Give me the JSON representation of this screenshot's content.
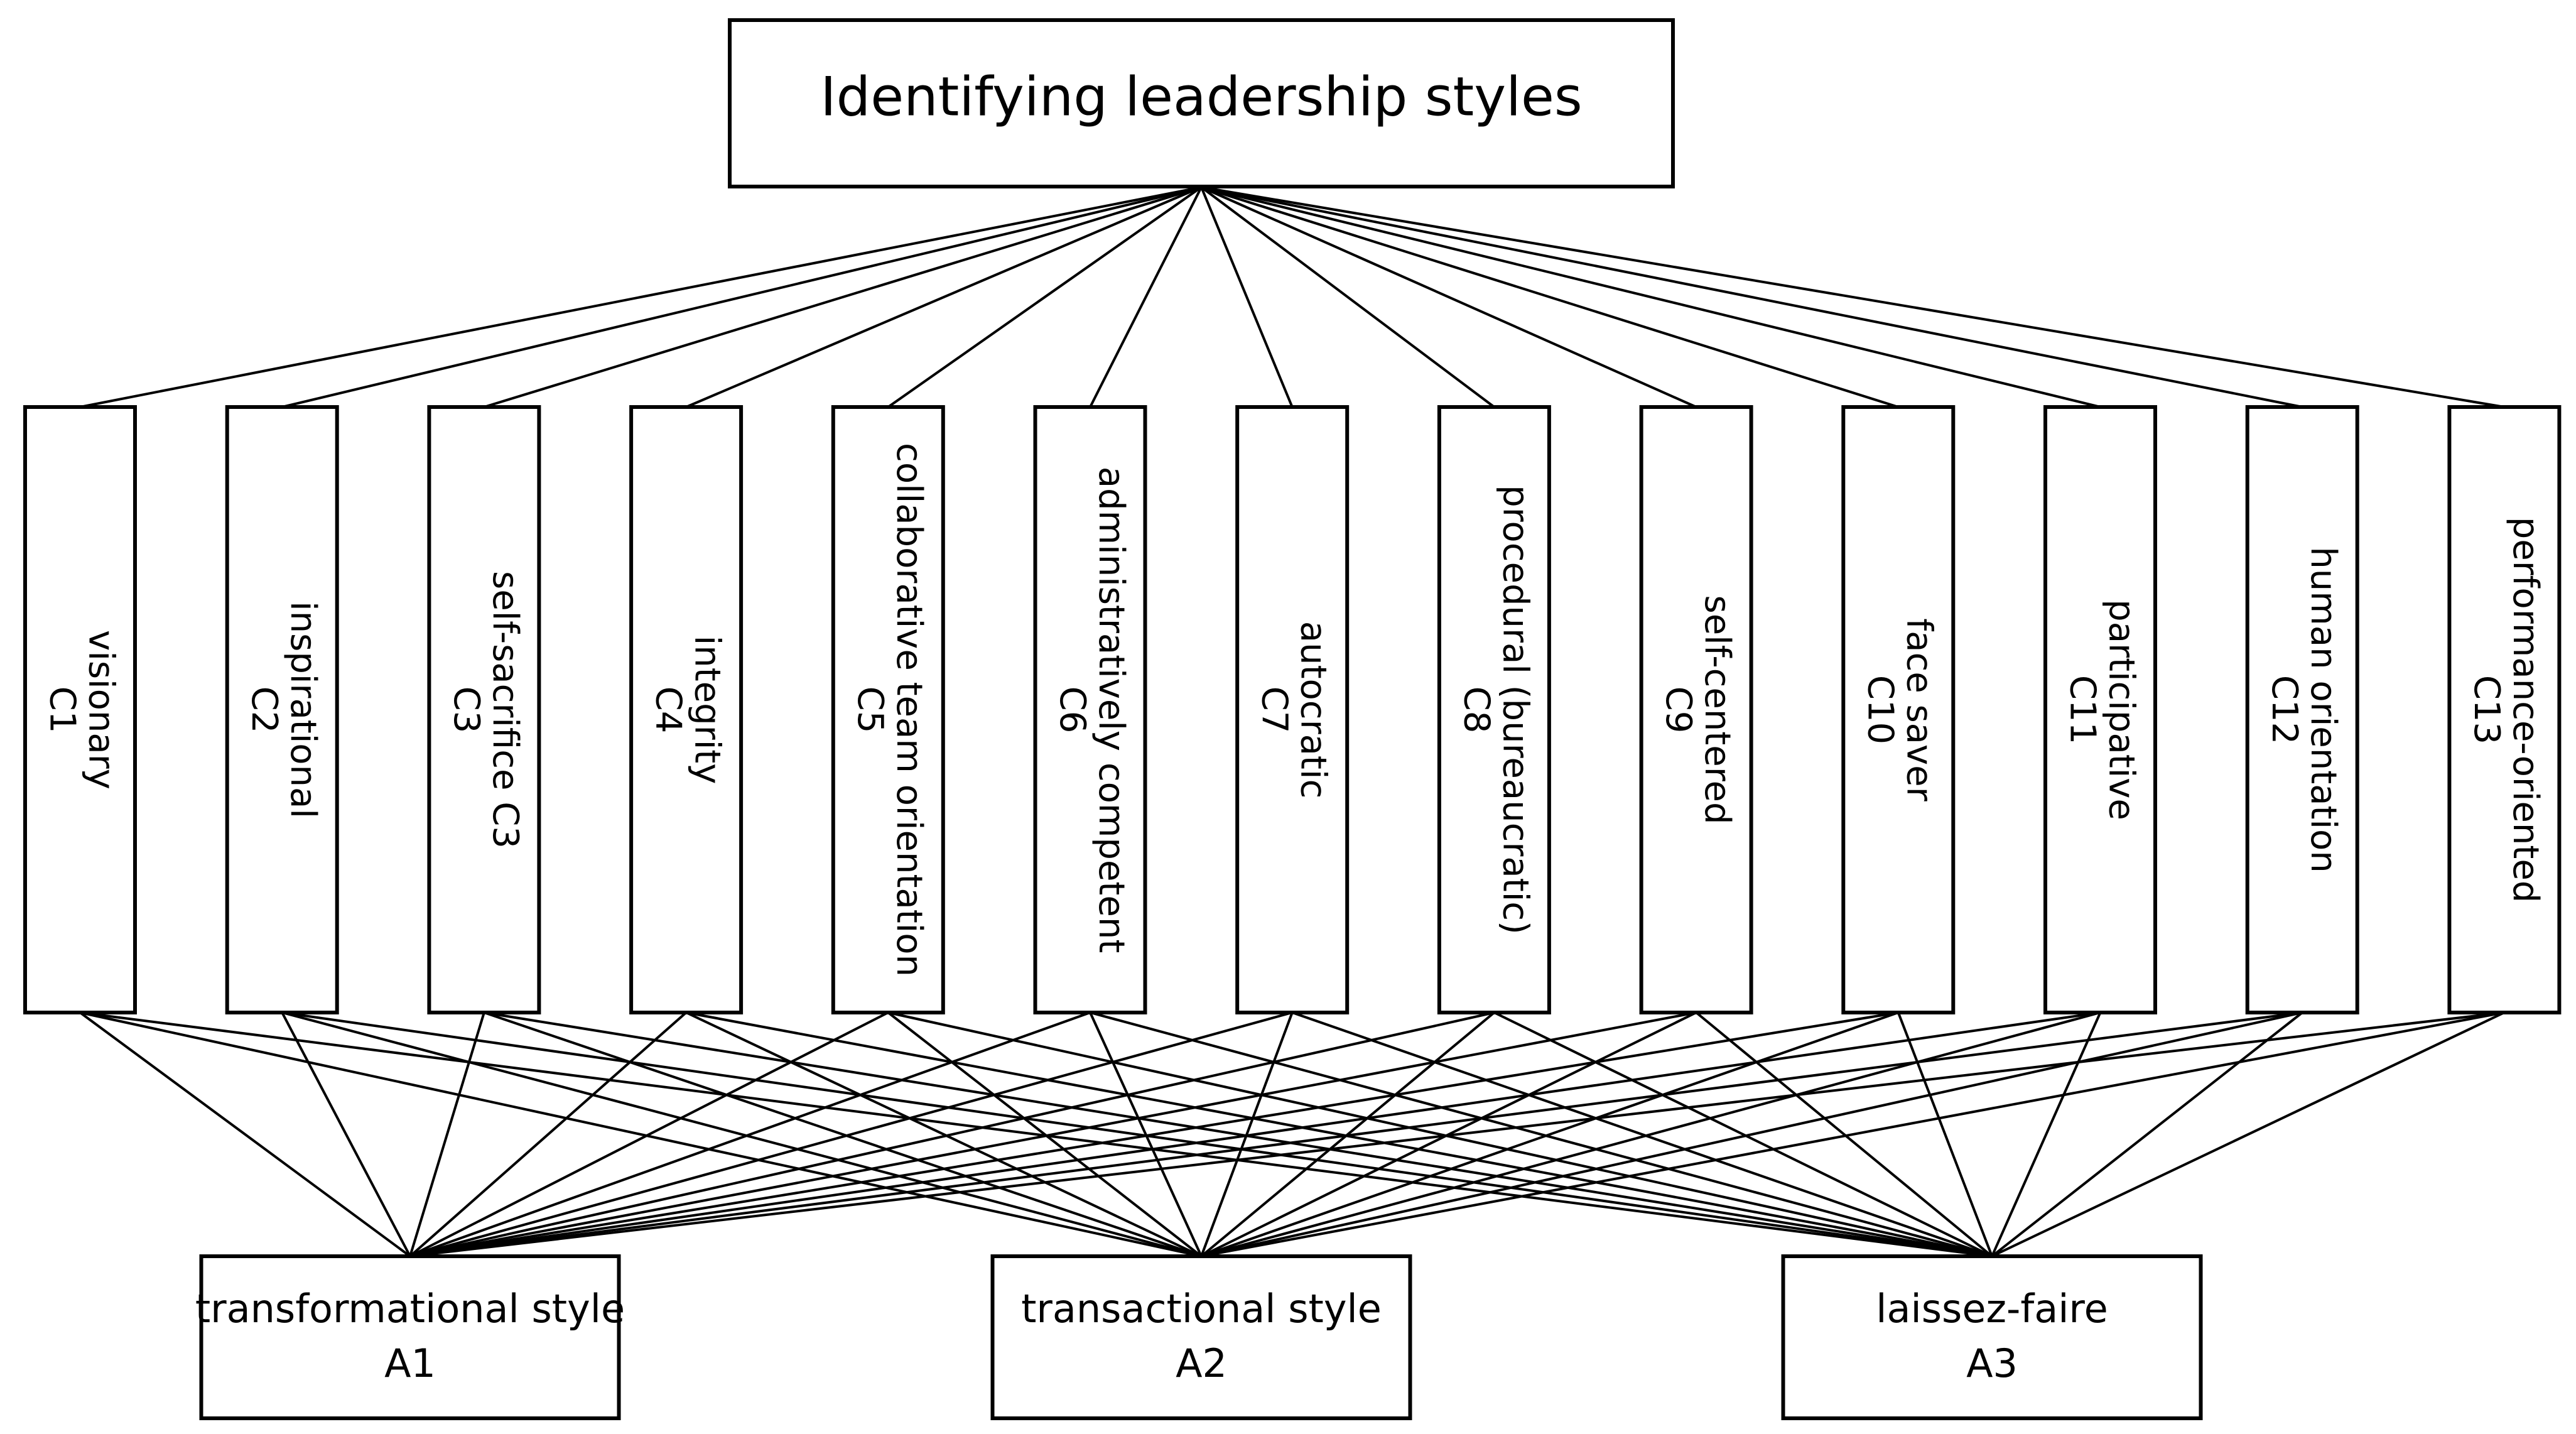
{
  "goal": {
    "label": "Identifying leadership styles"
  },
  "criteria": [
    {
      "name": "visionary",
      "code": "C1"
    },
    {
      "name": "inspirational",
      "code": "C2"
    },
    {
      "name": "self-sacrifice C3",
      "code": "C3"
    },
    {
      "name": "integrity",
      "code": "C4"
    },
    {
      "name": "collaborative team orientation",
      "code": "C5"
    },
    {
      "name": "administratively competent",
      "code": "C6"
    },
    {
      "name": "autocratic",
      "code": "C7"
    },
    {
      "name": "procedural (bureaucratic)",
      "code": "C8"
    },
    {
      "name": "self-centered",
      "code": "C9"
    },
    {
      "name": "face saver",
      "code": "C10"
    },
    {
      "name": "participative",
      "code": "C11"
    },
    {
      "name": "human orientation",
      "code": "C12"
    },
    {
      "name": "performance-oriented",
      "code": "C13"
    }
  ],
  "alternatives": [
    {
      "name": "transformational style",
      "code": "A1"
    },
    {
      "name": "transactional style",
      "code": "A2"
    },
    {
      "name": "laissez-faire",
      "code": "A3"
    }
  ]
}
